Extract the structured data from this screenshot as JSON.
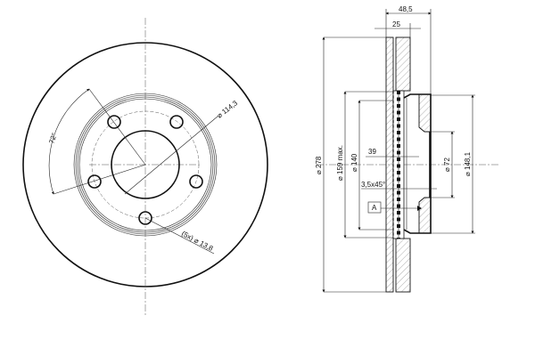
{
  "front_view": {
    "angle_label": "72°",
    "bolt_circle_label": "⌀ 114,3",
    "holes_label": "(5x) ⌀ 13,8"
  },
  "side_view": {
    "overall_width_label": "48,5",
    "disc_thickness_label": "25",
    "outer_diameter_label": "⌀ 278",
    "max_diameter_label": "⌀ 159 max.",
    "inner_diameter_label": "⌀ 140",
    "depth_label": "39",
    "chamfer_label": "3,5x45°",
    "datum_label": "A",
    "center_bore_label": "⌀ 72",
    "hub_diameter_label": "⌀ 148,1"
  }
}
